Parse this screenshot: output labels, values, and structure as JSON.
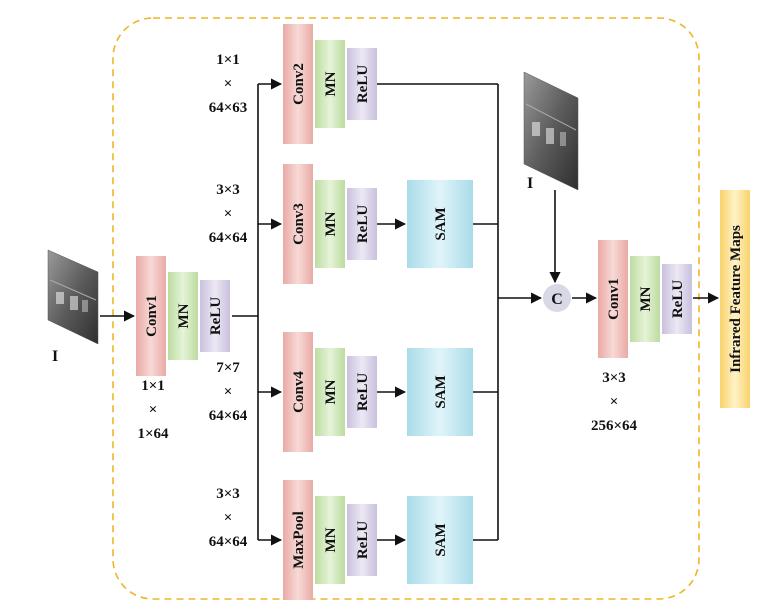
{
  "input_label": "I",
  "input_label_right": "I",
  "concat_label": "C",
  "output_label": "Infrared Feature Maps",
  "blocks": {
    "conv1": "Conv1",
    "mn": "MN",
    "relu": "ReLU",
    "conv2": "Conv2",
    "conv3": "Conv3",
    "conv4": "Conv4",
    "maxpool": "MaxPool",
    "sam": "SAM",
    "conv1_out": "Conv1"
  },
  "kernel_labels": {
    "conv1": [
      "1×1",
      "×",
      "1×64"
    ],
    "branch1": [
      "1×1",
      "×",
      "64×63"
    ],
    "branch2": [
      "3×3",
      "×",
      "64×64"
    ],
    "branch3": [
      "7×7",
      "×",
      "64×64"
    ],
    "branch4": [
      "3×3",
      "×",
      "64×64"
    ],
    "conv_out": [
      "3×3",
      "×",
      "256×64"
    ]
  },
  "colors": {
    "conv": "#f2c9c5",
    "mn": "#d7ebc4",
    "relu": "#ddd7ea",
    "sam": "#c9e9f2",
    "concat": "#d8d8e6",
    "output": "#fde8a8",
    "frame": "#f0b429"
  }
}
